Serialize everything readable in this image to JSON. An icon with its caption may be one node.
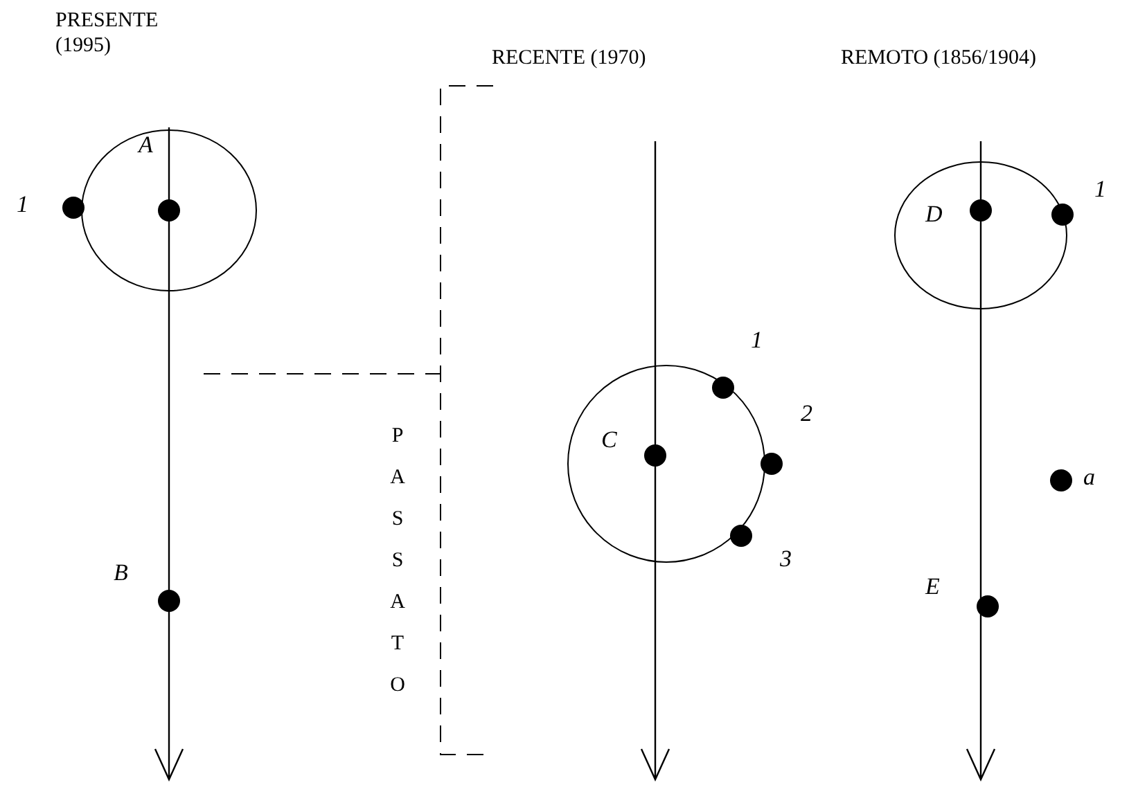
{
  "diagram": {
    "labels": [
      "PRESENTE (1995)",
      "RECENTE (1970)",
      "REMOTO (1856/1904)",
      "A",
      "1",
      "1",
      "D",
      "1",
      "C",
      "2",
      "PASSATO",
      "a",
      "3",
      "B",
      "E"
    ]
  }
}
